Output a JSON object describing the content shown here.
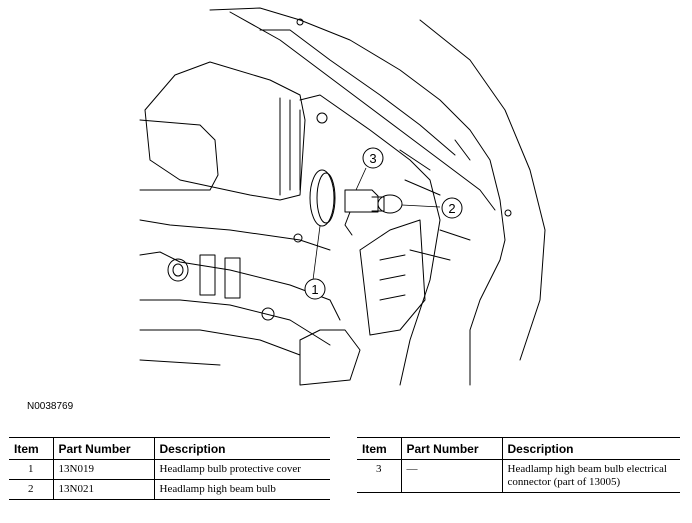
{
  "figure": {
    "id": "N0038769",
    "callouts": [
      "1",
      "2",
      "3"
    ]
  },
  "table_headers": {
    "item": "Item",
    "part_number": "Part Number",
    "description": "Description"
  },
  "left_rows": [
    {
      "item": "1",
      "part_number": "13N019",
      "description": "Headlamp bulb protective cover"
    },
    {
      "item": "2",
      "part_number": "13N021",
      "description": "Headlamp high beam bulb"
    }
  ],
  "right_rows": [
    {
      "item": "3",
      "part_number": "—",
      "description": "Headlamp high beam bulb electrical connector (part of 13005)"
    }
  ]
}
